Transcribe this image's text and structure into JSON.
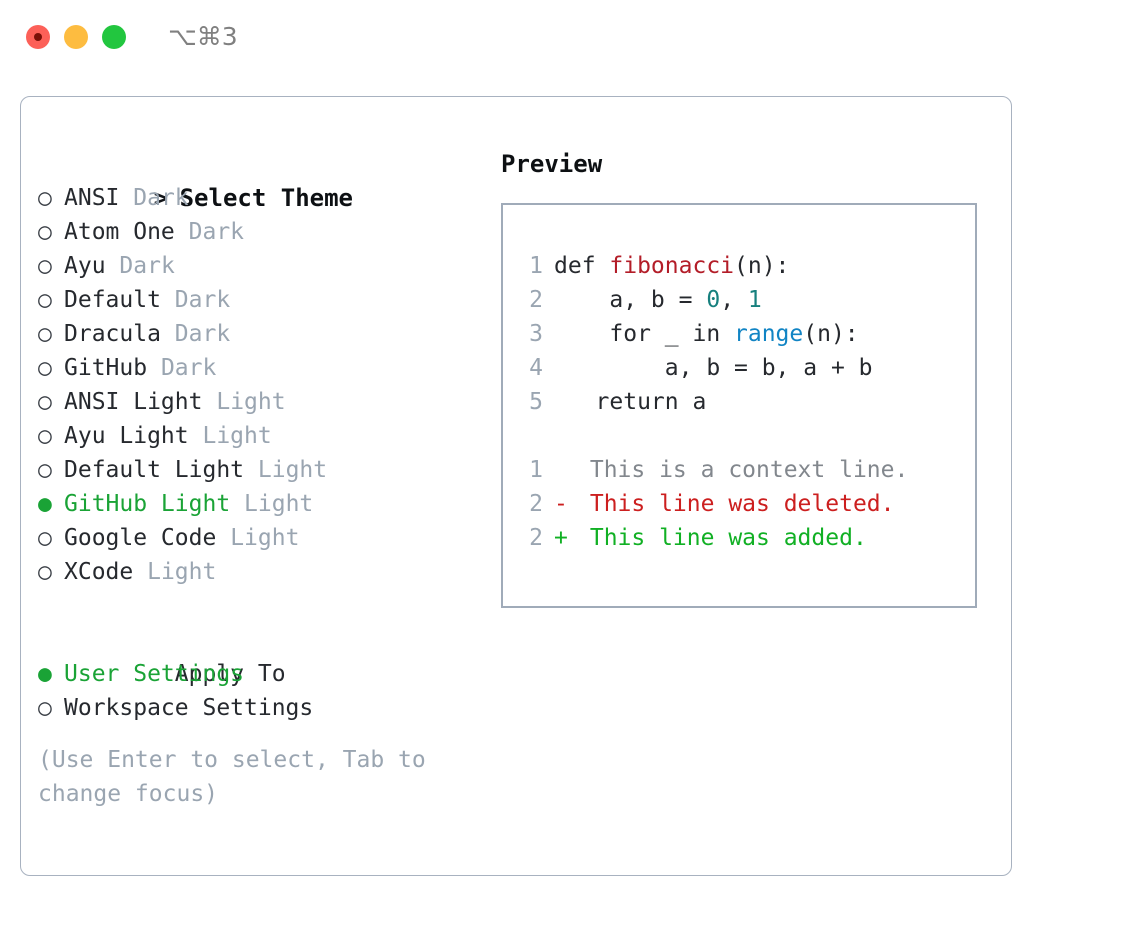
{
  "window": {
    "title": "⌥⌘3",
    "traffic_lights": [
      "close",
      "minimize",
      "maximize"
    ],
    "colors": {
      "close": "#fc6058",
      "minimize": "#fdbc40",
      "maximize": "#22c63f",
      "panel_border": "#a8b2c0",
      "accent_green": "#1aa336",
      "muted": "#9aa5b1"
    }
  },
  "theme_list": {
    "header": "Select Theme",
    "header_marker": ">",
    "bullet_unselected": "○",
    "bullet_selected": "●",
    "items": [
      {
        "name": "ANSI",
        "variant": "Dark",
        "selected": false
      },
      {
        "name": "Atom One",
        "variant": "Dark",
        "selected": false
      },
      {
        "name": "Ayu",
        "variant": "Dark",
        "selected": false
      },
      {
        "name": "Default",
        "variant": "Dark",
        "selected": false
      },
      {
        "name": "Dracula",
        "variant": "Dark",
        "selected": false
      },
      {
        "name": "GitHub",
        "variant": "Dark",
        "selected": false
      },
      {
        "name": "ANSI Light",
        "variant": "Light",
        "selected": false
      },
      {
        "name": "Ayu Light",
        "variant": "Light",
        "selected": false
      },
      {
        "name": "Default Light",
        "variant": "Light",
        "selected": false
      },
      {
        "name": "GitHub Light",
        "variant": "Light",
        "selected": true
      },
      {
        "name": "Google Code",
        "variant": "Light",
        "selected": false
      },
      {
        "name": "XCode",
        "variant": "Light",
        "selected": false
      }
    ]
  },
  "apply_to": {
    "header": "Apply To",
    "options": [
      {
        "label": "User Settings",
        "selected": true
      },
      {
        "label": "Workspace Settings",
        "selected": false
      }
    ]
  },
  "hint": "(Use Enter to select, Tab to change focus)",
  "preview": {
    "title": "Preview",
    "code_lines": [
      {
        "no": "1",
        "tokens": [
          {
            "t": "def ",
            "c": "plain"
          },
          {
            "t": "fibonacci",
            "c": "func"
          },
          {
            "t": "(n):",
            "c": "plain"
          }
        ]
      },
      {
        "no": "2",
        "tokens": [
          {
            "t": "    a, b = ",
            "c": "plain"
          },
          {
            "t": "0",
            "c": "num"
          },
          {
            "t": ", ",
            "c": "plain"
          },
          {
            "t": "1",
            "c": "num"
          }
        ]
      },
      {
        "no": "3",
        "tokens": [
          {
            "t": "    for _ in ",
            "c": "plain"
          },
          {
            "t": "range",
            "c": "builtin"
          },
          {
            "t": "(n):",
            "c": "plain"
          }
        ]
      },
      {
        "no": "4",
        "tokens": [
          {
            "t": "        a, b = b, a + b",
            "c": "plain"
          }
        ]
      },
      {
        "no": "5",
        "tokens": [
          {
            "t": "   return a",
            "c": "plain"
          }
        ]
      }
    ],
    "diff_lines": [
      {
        "no": "1",
        "sign": " ",
        "text": " This is a context line.",
        "kind": "context"
      },
      {
        "no": "2",
        "sign": "-",
        "text": " This line was deleted.",
        "kind": "del"
      },
      {
        "no": "2",
        "sign": "+",
        "text": " This line was added.",
        "kind": "add"
      }
    ]
  }
}
